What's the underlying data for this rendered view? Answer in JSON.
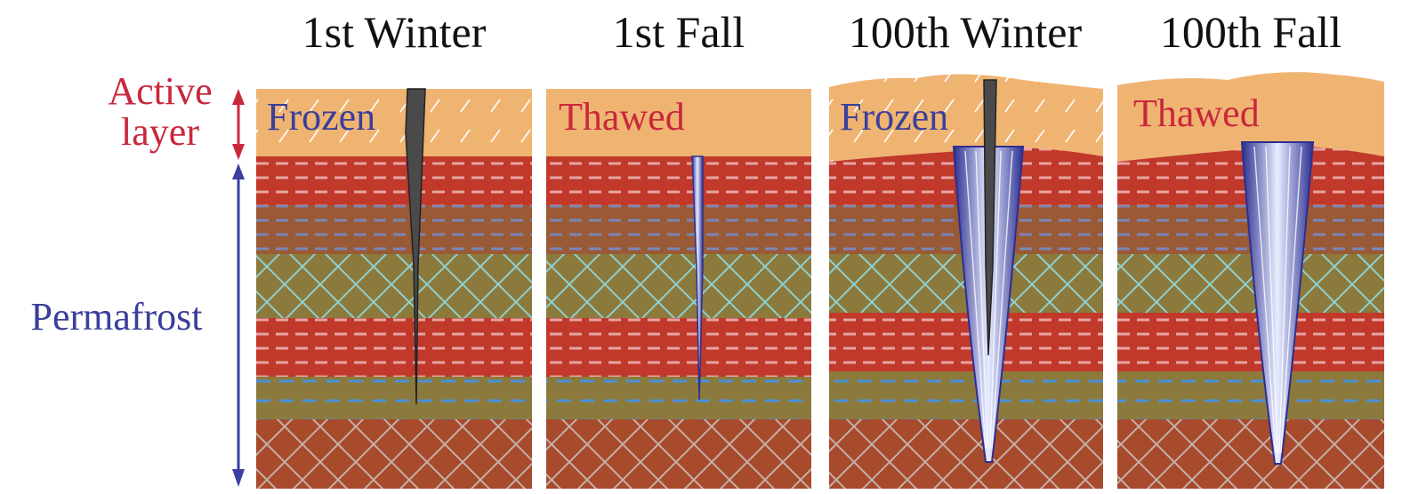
{
  "panels": [
    {
      "title": "1st Winter",
      "state_label": "Frozen",
      "state": "frozen"
    },
    {
      "title": "1st Fall",
      "state_label": "Thawed",
      "state": "thawed"
    },
    {
      "title": "100th Winter",
      "state_label": "Frozen",
      "state": "frozen"
    },
    {
      "title": "100th Fall",
      "state_label": "Thawed",
      "state": "thawed"
    }
  ],
  "side_labels": {
    "active_layer_line1": "Active",
    "active_layer_line2": "layer",
    "permafrost": "Permafrost"
  },
  "colors": {
    "active_layer": "#f0b472",
    "red_sediment": "#c0392b",
    "brown_sediment": "#9a5a35",
    "olive_sediment": "#8c7a3c",
    "lower_brown": "#a84a2c",
    "ice": "#3a3fa0",
    "crack": "#555555",
    "frozen_text": "#3a3f9a",
    "thawed_text": "#c8283c"
  }
}
